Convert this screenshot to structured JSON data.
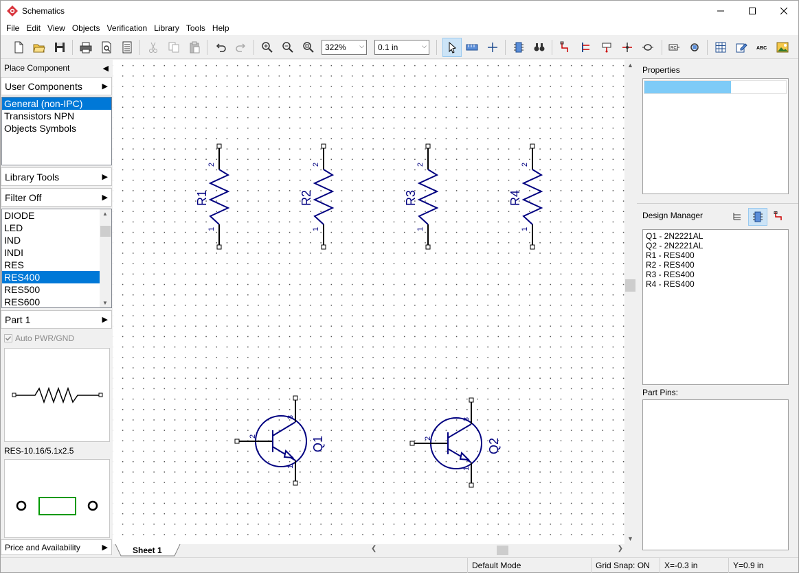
{
  "window": {
    "title": "Schematics",
    "controls": [
      "minimize",
      "maximize",
      "close"
    ]
  },
  "menu": [
    "File",
    "Edit",
    "View",
    "Objects",
    "Verification",
    "Library",
    "Tools",
    "Help"
  ],
  "toolbar": {
    "zoom": "322%",
    "grid": "0.1 in",
    "icons": [
      "new-file-icon",
      "open-folder-icon",
      "save-icon",
      "print-icon",
      "print-preview-icon",
      "report-icon",
      "cut-icon",
      "copy-icon",
      "paste-icon",
      "undo-icon",
      "redo-icon",
      "zoom-in-icon",
      "zoom-out-icon",
      "zoom-fit-icon",
      "select-pointer-icon",
      "measure-icon",
      "cross-icon",
      "component-icon",
      "find-icon",
      "wire-icon",
      "bus-icon",
      "net-port-icon",
      "junction-icon",
      "connector-icon",
      "ic-icon",
      "chip-icon",
      "table-icon",
      "edit-pattern-icon",
      "spellcheck-icon",
      "image-icon"
    ]
  },
  "left_panel": {
    "place_component": "Place Component",
    "user_components": "User Components",
    "libraries": [
      "General (non-IPC)",
      "Transistors NPN",
      "Objects Symbols"
    ],
    "selected_library": "General (non-IPC)",
    "library_tools": "Library Tools",
    "filter": "Filter Off",
    "components": [
      "DIODE",
      "LED",
      "IND",
      "INDI",
      "RES",
      "RES400",
      "RES500",
      "RES600"
    ],
    "selected_component": "RES400",
    "part": "Part 1",
    "auto_pwr_gnd": "Auto PWR/GND",
    "pattern_name": "RES-10.16/5.1x2.5",
    "price_availability": "Price and Availability"
  },
  "canvas": {
    "resistors": [
      {
        "ref": "R1",
        "pin_top": "2",
        "pin_bottom": "1"
      },
      {
        "ref": "R2",
        "pin_top": "2",
        "pin_bottom": "1"
      },
      {
        "ref": "R3",
        "pin_top": "2",
        "pin_bottom": "1"
      },
      {
        "ref": "R4",
        "pin_top": "2",
        "pin_bottom": "1"
      }
    ],
    "transistors": [
      {
        "ref": "Q1",
        "pin_base": "2",
        "pin_collector": "3",
        "pin_emitter": "1"
      },
      {
        "ref": "Q2",
        "pin_base": "2",
        "pin_collector": "3",
        "pin_emitter": "1"
      }
    ],
    "sheet_tab": "Sheet 1"
  },
  "right_panel": {
    "properties_title": "Properties",
    "design_manager_title": "Design Manager",
    "design_items": [
      "Q1 - 2N2221AL",
      "Q2 - 2N2221AL",
      "R1 - RES400",
      "R2 - RES400",
      "R3 - RES400",
      "R4 - RES400"
    ],
    "part_pins_title": "Part Pins:"
  },
  "status": {
    "mode": "Default Mode",
    "grid_snap": "Grid Snap: ON",
    "x": "X=-0.3 in",
    "y": "Y=0.9 in"
  },
  "colors": {
    "selection": "#0078d7",
    "symbol": "#000080",
    "pattern_outline": "#009900",
    "properties_bar": "#7ecbf7"
  }
}
